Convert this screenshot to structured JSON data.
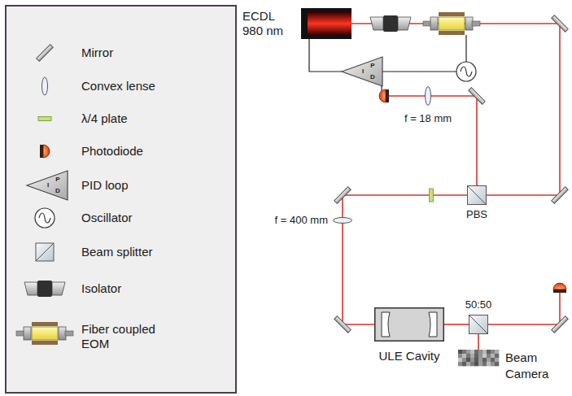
{
  "diagram": {
    "nodes": [
      {
        "text": [
          "ECDL 980 nm"
        ]
      },
      {
        "text": [
          "PBS"
        ]
      },
      {
        "text": [
          "f = 18 mm"
        ]
      },
      {
        "text": [
          "f = 400 mm"
        ]
      },
      {
        "text": [
          "ULE Cavity"
        ]
      },
      {
        "text": [
          "50:50"
        ]
      },
      {
        "text": [
          "Beam Camera"
        ]
      }
    ],
    "edges": [
      {
        "from": 0,
        "to": 1,
        "arrow": "none"
      },
      {
        "from": 1,
        "to": 2,
        "arrow": "none"
      },
      {
        "from": 1,
        "to": 3,
        "arrow": "none"
      },
      {
        "from": 3,
        "to": 4,
        "arrow": "none"
      },
      {
        "from": 4,
        "to": 5,
        "arrow": "none"
      },
      {
        "from": 5,
        "to": 6,
        "arrow": "none"
      }
    ],
    "labels": [
      "P",
      "I",
      "D",
      "P",
      "I",
      "D"
    ],
    "legend": [
      {
        "text": "Mirror"
      },
      {
        "text": "Convex lense"
      },
      {
        "text": "λ/4 plate"
      },
      {
        "text": "Photodiode"
      },
      {
        "text": "PID loop"
      },
      {
        "text": "Oscillator"
      },
      {
        "text": "Beam splitter"
      },
      {
        "text": "Isolator"
      },
      {
        "text": "Fiber coupled EOM"
      }
    ]
  }
}
